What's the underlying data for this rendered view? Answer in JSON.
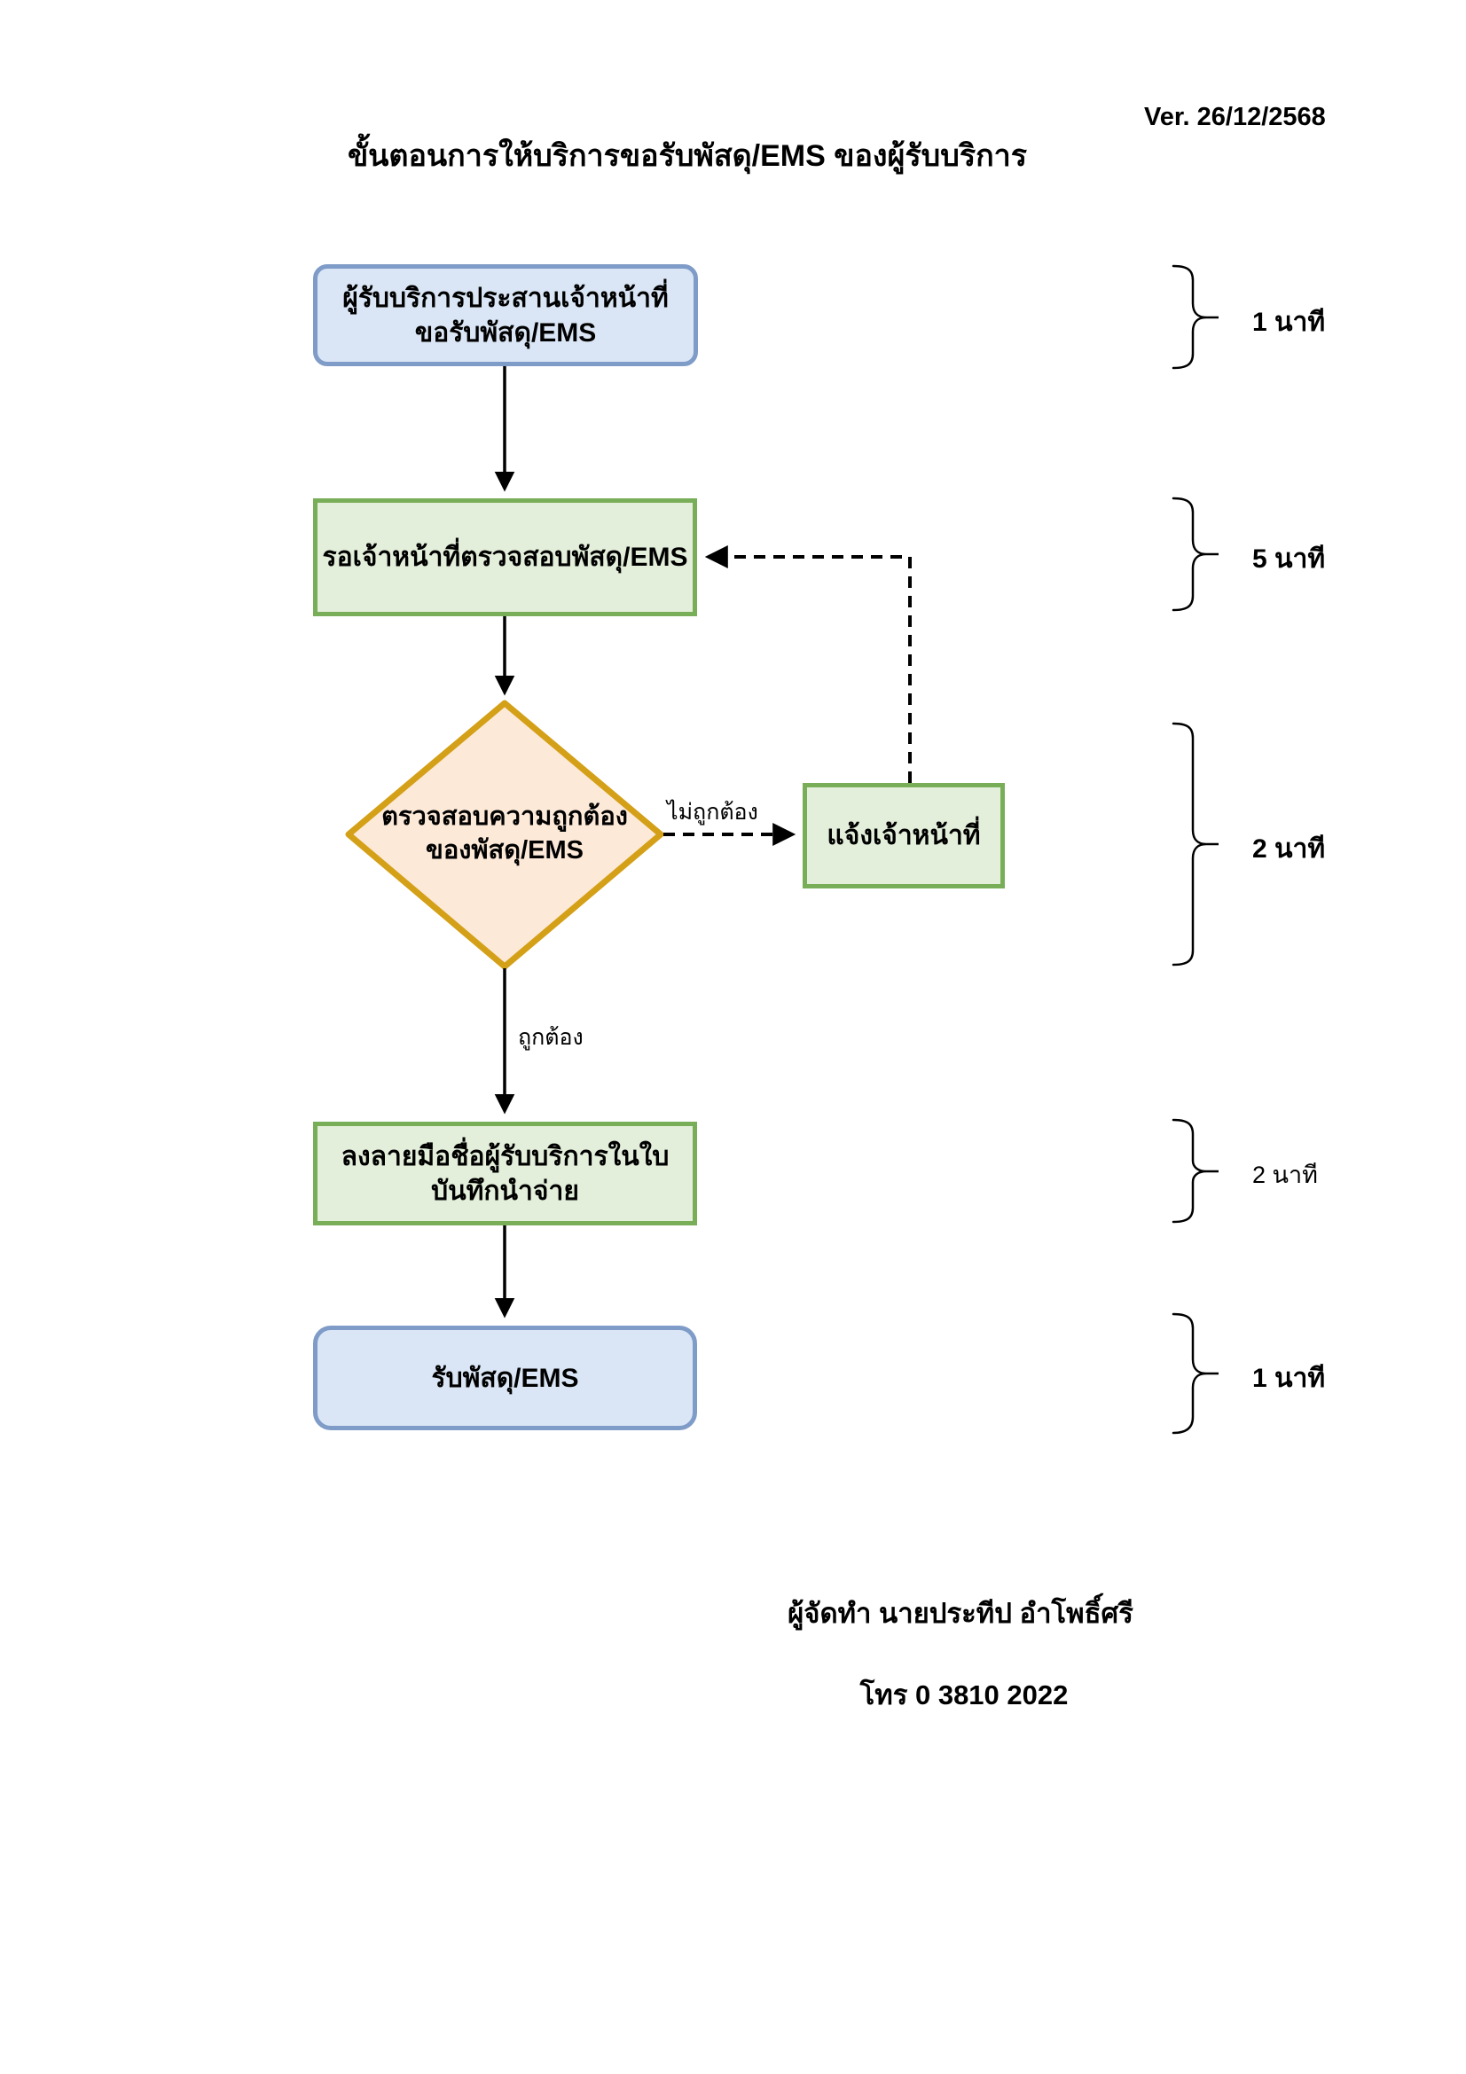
{
  "header": {
    "version": "Ver. 26/12/2568",
    "title": "ขั้นตอนการให้บริการขอรับพัสดุ/EMS ของผู้รับบริการ"
  },
  "flow": {
    "start": "ผู้รับบริการประสานเจ้าหน้าที่\nขอรับพัสดุ/EMS",
    "wait": "รอเจ้าหน้าที่ตรวจสอบพัสดุ/EMS",
    "decision": "ตรวจสอบความถูกต้อง\nของพัสดุ/EMS",
    "notify": "แจ้งเจ้าหน้าที่",
    "sign": "ลงลายมือชื่อผู้รับบริการในใบ\nบันทึกนำจ่าย",
    "receive": "รับพัสดุ/EMS",
    "label_incorrect": "ไม่ถูกต้อง",
    "label_correct": "ถูกต้อง"
  },
  "durations": [
    "1 นาที",
    "5 นาที",
    "2 นาที",
    "2 นาที",
    "1 นาที"
  ],
  "footer": {
    "author": "ผู้จัดทำ นายประทีป อำโพธิ์ศรี",
    "phone": "โทร 0 3810 2022"
  },
  "colors": {
    "start_end_fill": "#dae6f5",
    "start_end_border": "#7f9cc8",
    "process_fill": "#e3efda",
    "process_border": "#79ae58",
    "decision_fill": "#fce9d8",
    "decision_border": "#d4a017",
    "line": "#000000"
  }
}
